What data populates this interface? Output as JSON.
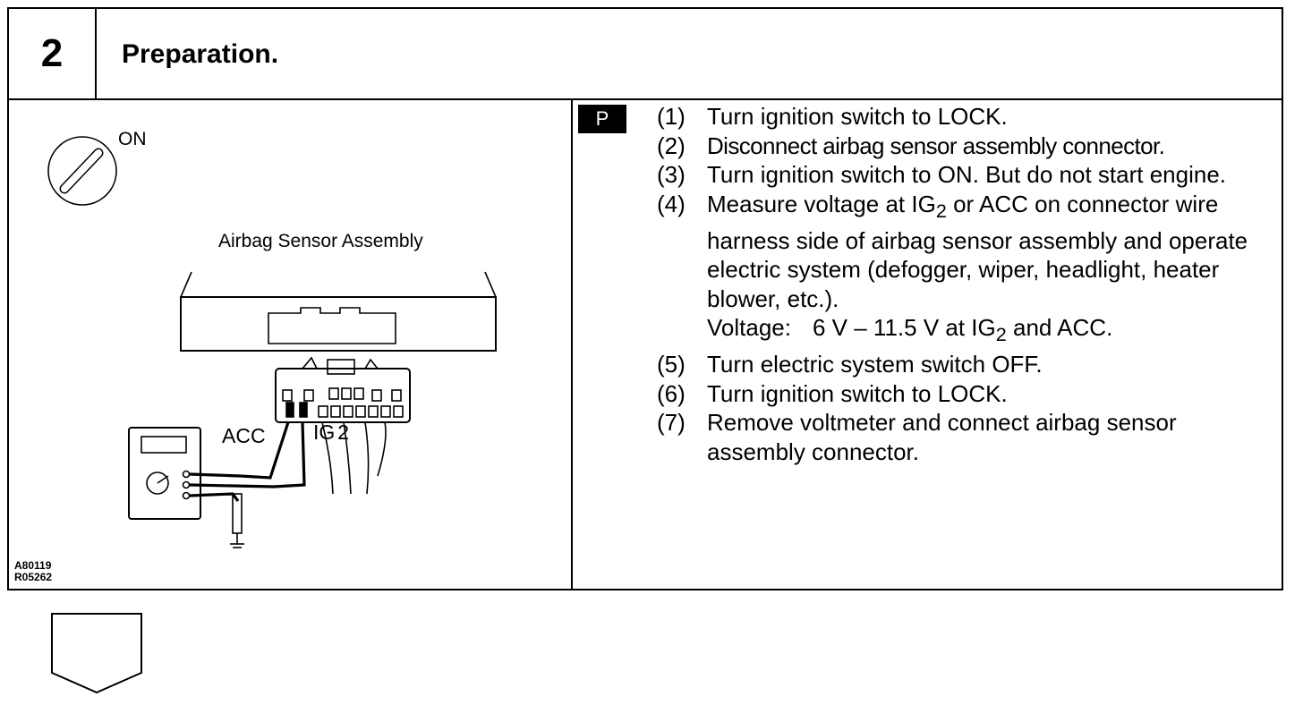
{
  "header": {
    "step_number": "2",
    "title": "Preparation."
  },
  "figure": {
    "switch_label": "ON",
    "sensor_label": "Airbag Sensor Assembly",
    "probe_acc_label": "ACC",
    "probe_ig2_label": "IG",
    "probe_ig2_sub": "2",
    "figure_code_1": "A80119",
    "figure_code_2": "R05262"
  },
  "procedure": {
    "badge": "P",
    "steps": [
      {
        "num": "(1)",
        "text": "Turn ignition switch to LOCK."
      },
      {
        "num": "(2)",
        "text": "Disconnect airbag sensor assembly connector."
      },
      {
        "num": "(3)",
        "text": "Turn ignition switch to ON. But do not start engine."
      },
      {
        "num": "(4)",
        "text_a": "Measure voltage at IG",
        "sub": "2",
        "text_b": " or ACC on connector wire harness side of airbag sensor assembly and operate electric system (defogger, wiper, headlight, heater blower, etc.)."
      },
      {
        "num": "(5)",
        "text": "Turn electric system switch OFF."
      },
      {
        "num": "(6)",
        "text": "Turn ignition switch to LOCK."
      },
      {
        "num": "(7)",
        "text": "Remove voltmeter and connect airbag sensor assembly connector."
      }
    ],
    "voltage_label": "Voltage:",
    "voltage_value_a": "6 V – 11.5 V at IG",
    "voltage_sub": "2",
    "voltage_value_b": " and ACC."
  }
}
